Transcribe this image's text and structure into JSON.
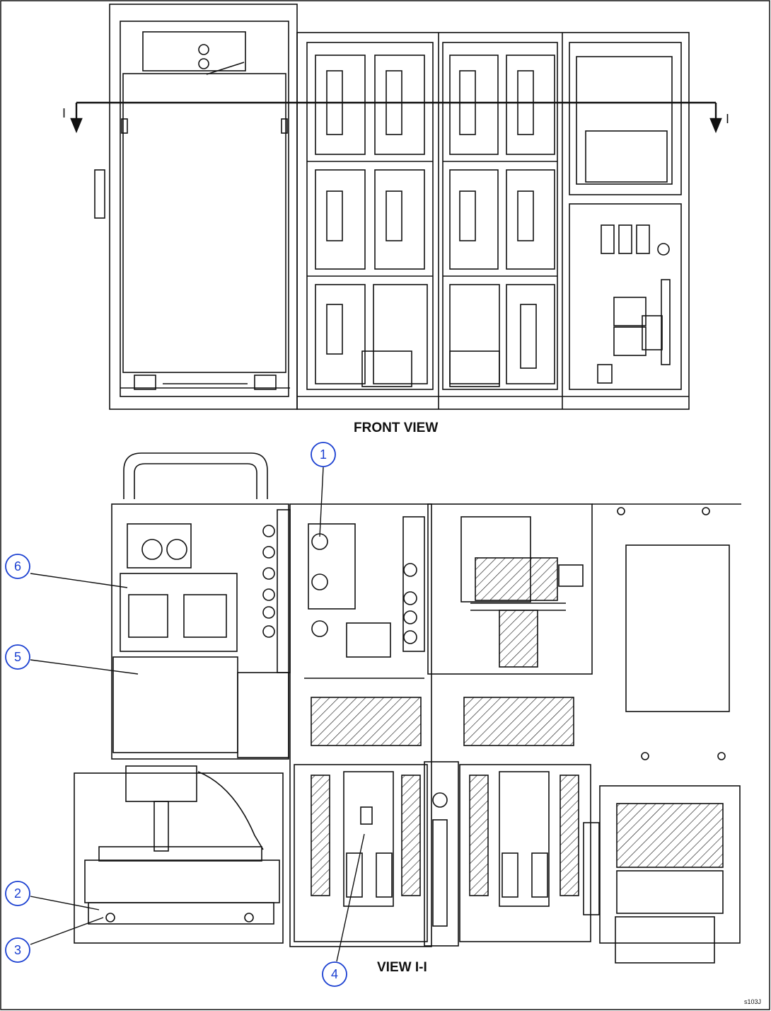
{
  "views": {
    "front_title": "FRONT VIEW",
    "section_title": "VIEW I-I"
  },
  "section_marker": {
    "left": "I",
    "right": "I"
  },
  "callouts": [
    {
      "id": "1"
    },
    {
      "id": "2"
    },
    {
      "id": "3"
    },
    {
      "id": "4"
    },
    {
      "id": "5"
    },
    {
      "id": "6"
    }
  ],
  "drawing_code": "s103J",
  "colors": {
    "line": "#111111",
    "callout": "#1a3fd1",
    "background": "#ffffff"
  }
}
